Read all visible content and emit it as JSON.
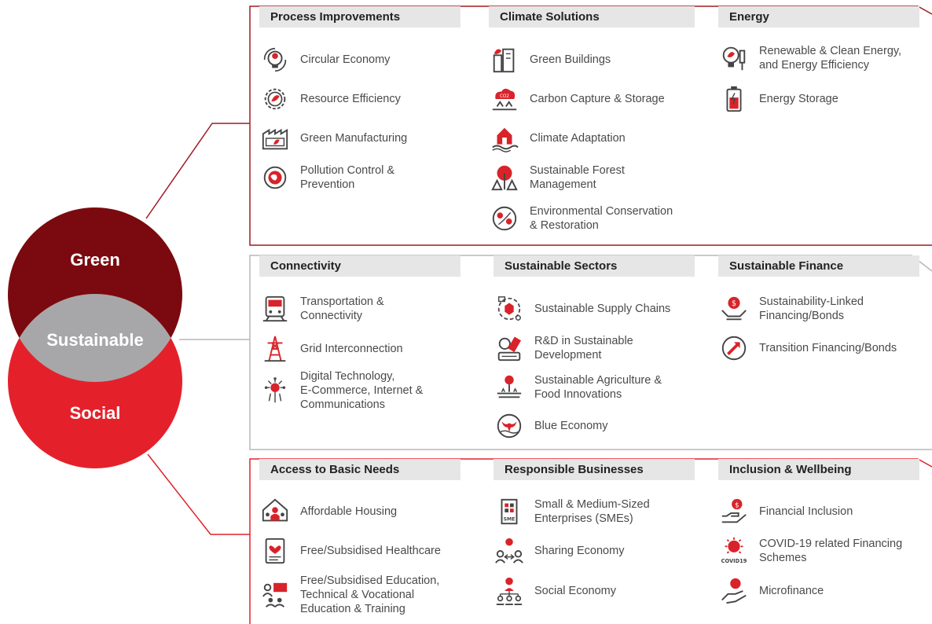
{
  "colors": {
    "green_dark": "#7a0a0f",
    "social_red": "#e4212a",
    "sustainable_gray": "#a7a7a9",
    "green_border": "#a01c22",
    "sust_border": "#b8b8b8",
    "social_border": "#e4212a",
    "header_bg": "#e6e6e6",
    "icon_dark": "#444444",
    "icon_red": "#d9232a"
  },
  "venn": {
    "green": "Green",
    "sustainable": "Sustainable",
    "social": "Social"
  },
  "panels": {
    "green": {
      "columns": [
        {
          "header": "Process Improvements",
          "items": [
            {
              "label": "Circular Economy",
              "icon": "recycle-bulb-icon"
            },
            {
              "label": "Resource Efficiency",
              "icon": "gear-leaf-icon"
            },
            {
              "label": "Green Manufacturing",
              "icon": "factory-icon"
            },
            {
              "label": "Pollution Control &\nPrevention",
              "icon": "earth-cycle-icon"
            }
          ]
        },
        {
          "header": "Climate Solutions",
          "items": [
            {
              "label": "Green Buildings",
              "icon": "green-building-icon"
            },
            {
              "label": "Carbon Capture & Storage",
              "icon": "co2-cloud-icon"
            },
            {
              "label": "Climate Adaptation",
              "icon": "house-flood-icon"
            },
            {
              "label": "Sustainable Forest\nManagement",
              "icon": "forest-icon"
            },
            {
              "label": "Environmental Conservation\n& Restoration",
              "icon": "conservation-globe-icon"
            }
          ]
        },
        {
          "header": "Energy",
          "items": [
            {
              "label": "Renewable & Clean Energy,\nand Energy Efficiency",
              "icon": "bulb-plug-icon"
            },
            {
              "label": "Energy Storage",
              "icon": "battery-icon"
            }
          ]
        }
      ]
    },
    "sustainable": {
      "columns": [
        {
          "header": "Connectivity",
          "items": [
            {
              "label": "Transportation &\nConnectivity",
              "icon": "train-icon"
            },
            {
              "label": "Grid Interconnection",
              "icon": "power-tower-icon"
            },
            {
              "label": "Digital Technology,\nE-Commerce, Internet &\nCommunications",
              "icon": "digital-network-icon"
            }
          ]
        },
        {
          "header": "Sustainable Sectors",
          "items": [
            {
              "label": "Sustainable Supply Chains",
              "icon": "supply-chain-icon"
            },
            {
              "label": "R&D in Sustainable\nDevelopment",
              "icon": "research-icon"
            },
            {
              "label": "Sustainable Agriculture &\nFood Innovations",
              "icon": "agriculture-icon"
            },
            {
              "label": "Blue Economy",
              "icon": "whale-tail-icon"
            }
          ]
        },
        {
          "header": "Sustainable Finance",
          "items": [
            {
              "label": "Sustainability-Linked\nFinancing/Bonds",
              "icon": "hands-coin-icon"
            },
            {
              "label": "Transition Financing/Bonds",
              "icon": "transition-arrow-icon"
            }
          ]
        }
      ]
    },
    "social": {
      "columns": [
        {
          "header": "Access to Basic Needs",
          "items": [
            {
              "label": "Affordable Housing",
              "icon": "house-people-icon"
            },
            {
              "label": "Free/Subsidised Healthcare",
              "icon": "medical-record-icon"
            },
            {
              "label": "Free/Subsidised Education,\nTechnical & Vocational\nEducation & Training",
              "icon": "classroom-icon"
            }
          ]
        },
        {
          "header": "Responsible Businesses",
          "items": [
            {
              "label": "Small & Medium-Sized\nEnterprises (SMEs)",
              "icon": "sme-building-icon"
            },
            {
              "label": "Sharing Economy",
              "icon": "sharing-people-icon"
            },
            {
              "label": "Social Economy",
              "icon": "social-network-icon"
            }
          ]
        },
        {
          "header": "Inclusion & Wellbeing",
          "items": [
            {
              "label": "Financial Inclusion",
              "icon": "hand-coin-icon"
            },
            {
              "label": "COVID-19 related Financing\nSchemes",
              "icon": "covid-virus-icon"
            },
            {
              "label": "Microfinance",
              "icon": "hand-gift-icon"
            }
          ]
        }
      ]
    }
  },
  "icon_text": {
    "co2": "CO2",
    "sme": "SME",
    "covid": "COVID19",
    "dollar": "$"
  }
}
